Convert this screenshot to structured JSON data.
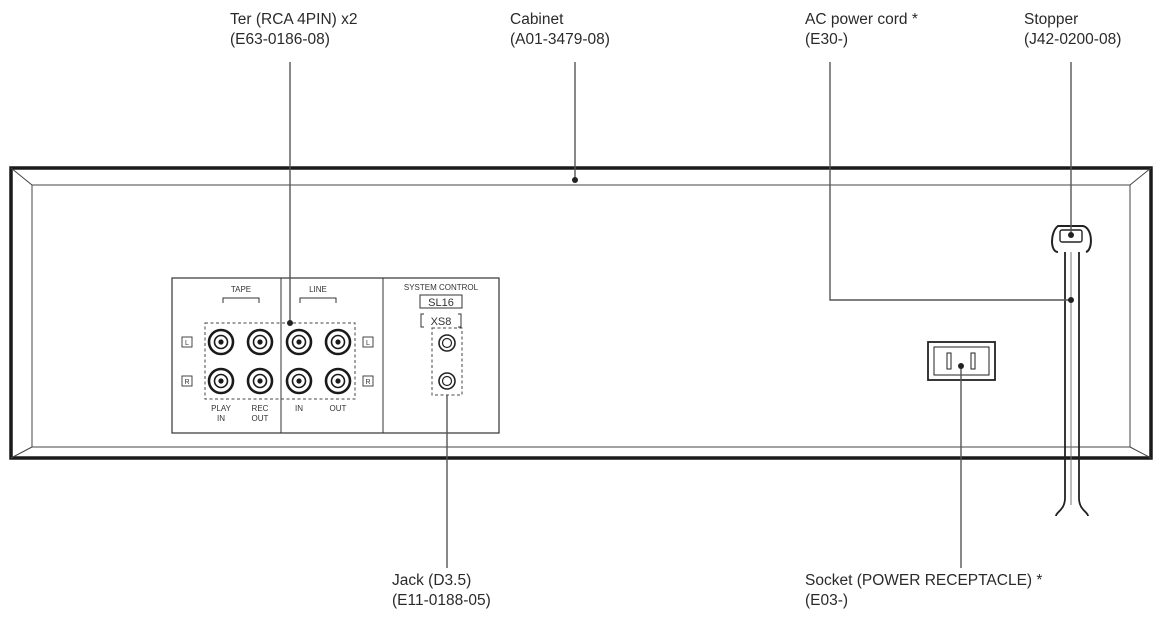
{
  "callouts": {
    "terminal": {
      "name": "Ter (RCA 4PIN) x2",
      "part": "(E63-0186-08)"
    },
    "cabinet": {
      "name": "Cabinet",
      "part": "(A01-3479-08)"
    },
    "ac_cord": {
      "name": "AC power cord *",
      "part": "(E30-)"
    },
    "stopper": {
      "name": "Stopper",
      "part": "(J42-0200-08)"
    },
    "jack": {
      "name": "Jack (D3.5)",
      "part": "(E11-0188-05)"
    },
    "socket": {
      "name": "Socket (POWER RECEPTACLE) *",
      "part": "(E03-)"
    }
  },
  "panel": {
    "tape_label": "TAPE",
    "line_label": "LINE",
    "system_control_label": "SYSTEM CONTROL",
    "sl16_mark": "SL16",
    "xs8_mark": "XS8",
    "channel_left": "L",
    "channel_right": "R",
    "play_in_line1": "PLAY",
    "play_in_line2": "IN",
    "rec_out_line1": "REC",
    "rec_out_line2": "OUT",
    "line_in": "IN",
    "line_out": "OUT"
  }
}
